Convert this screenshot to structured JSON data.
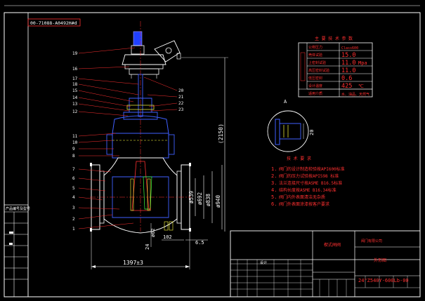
{
  "drawing_code": "00-71088-A0492H#d",
  "balloons": [
    "19",
    "16",
    "17",
    "18",
    "15",
    "14",
    "13",
    "12",
    "20",
    "21",
    "22",
    "23",
    "11",
    "10",
    "9",
    "8",
    "7",
    "6",
    "5",
    "4",
    "3",
    "2",
    "1"
  ],
  "dimensions": {
    "overall_height": "(2150)",
    "length": "1397±3",
    "flange_od": "ø940",
    "raised_face": "ø838",
    "bolt_circle": "ø692",
    "bore": "ø539",
    "stem_offset": "ø62",
    "bottom_offset": "24",
    "flange_thk": "102",
    "rf_height": "6.5",
    "detail_dim": "20"
  },
  "detail_label": "A",
  "section_letter": "A",
  "spec_table": {
    "title": "主 要 技 术 参 数",
    "rows": [
      {
        "label": "公称压力",
        "value": "Class600",
        "unit": ""
      },
      {
        "label": "壳体试验",
        "value": "15.0",
        "unit": ""
      },
      {
        "label": "上密封试验",
        "value": "11.0",
        "unit": "Mpa"
      },
      {
        "label": "高压密封试验",
        "value": "11.0",
        "unit": ""
      },
      {
        "label": "低压密封",
        "value": "0.6",
        "unit": ""
      },
      {
        "label": "设计温度",
        "value": "425",
        "unit": "℃"
      },
      {
        "label": "适用介质",
        "value": "水、油品、天然气",
        "unit": ""
      }
    ]
  },
  "notes": {
    "title": "技 术 要 求",
    "items": [
      {
        "num": "1.",
        "text": "阀门的设计制造检验按API600标准"
      },
      {
        "num": "2.",
        "text": "阀门的压力试验按API598 标准"
      },
      {
        "num": "3.",
        "text": "法兰连接尺寸按ASME B16.5标准"
      },
      {
        "num": "4.",
        "text": "结构长度按ASME B16.34标准"
      },
      {
        "num": "5.",
        "text": "阀门内外表面清洁无杂质"
      },
      {
        "num": "6.",
        "text": "阀门外表面涂漆按客户要求"
      }
    ]
  },
  "title_block": {
    "part_name": "楔式闸阀",
    "drawing_type": "外形图",
    "drawing_number": "24\"Z540Y-600Lb-00",
    "design_label": "设计",
    "company": "阀门有限公司"
  },
  "side_table": {
    "header": "产品编号及型号",
    "rows": [
      "",
      "",
      "",
      "",
      "",
      "",
      ""
    ]
  }
}
